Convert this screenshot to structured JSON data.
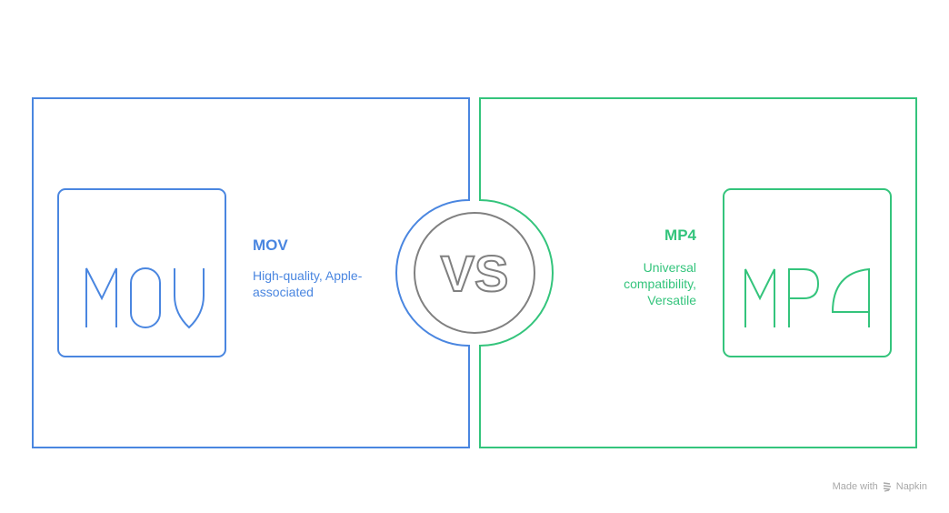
{
  "colors": {
    "left": "#4a86e0",
    "right": "#34c47c",
    "center": "#808080",
    "footer": "#a8a8a8"
  },
  "left": {
    "title": "MOV",
    "description": "High-quality, Apple-associated",
    "icon_text": "MOV"
  },
  "right": {
    "title": "MP4",
    "description": "Universal compatibility, Versatile",
    "icon_text": "MP4"
  },
  "center": {
    "label": "VS"
  },
  "footer": {
    "prefix": "Made with",
    "brand": "Napkin",
    "icon": "napkin-logo-icon"
  }
}
